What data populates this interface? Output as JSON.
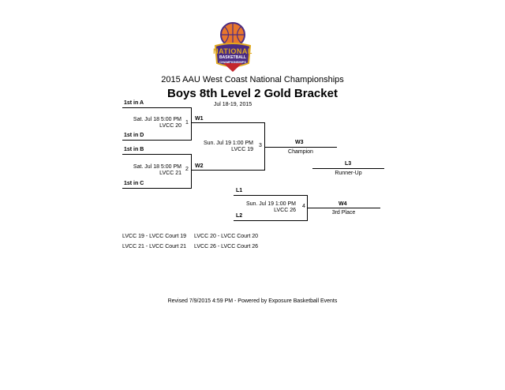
{
  "logo": {
    "lines": [
      "NATIONAL",
      "BASKETBALL",
      "CHAMPIONSHIPS"
    ],
    "colors": {
      "purple": "#4b2c83",
      "gold": "#e0a81e",
      "red": "#c3272e",
      "orange": "#e8762c"
    }
  },
  "header": {
    "event_title": "2015 AAU West Coast National Championships",
    "bracket_title": "Boys 8th Level 2 Gold Bracket",
    "dates": "Jul 18-19, 2015"
  },
  "bracket": {
    "teams": [
      "1st in A",
      "1st in D",
      "1st in B",
      "1st in C"
    ],
    "games": [
      {
        "num": "1",
        "time": "Sat. Jul 18 5:00 PM",
        "court": "LVCC 20",
        "winner_label": "W1"
      },
      {
        "num": "2",
        "time": "Sat. Jul 18 5:00 PM",
        "court": "LVCC 21",
        "winner_label": "W2"
      },
      {
        "num": "3",
        "time": "Sun. Jul 19 1:00 PM",
        "court": "LVCC 19",
        "winner_label": "W3",
        "result": "Champion"
      },
      {
        "num": "4",
        "time": "Sun. Jul 19 1:00 PM",
        "court": "LVCC 26",
        "winner_label": "W4",
        "result": "3rd Place"
      }
    ],
    "runner_up": {
      "label": "L3",
      "result": "Runner-Up"
    },
    "losers": [
      "L1",
      "L2"
    ]
  },
  "courts": [
    "LVCC 19 - LVCC Court 19",
    "LVCC 20 - LVCC Court 20",
    "LVCC 21 - LVCC Court 21",
    "LVCC 26 - LVCC Court 26"
  ],
  "footer": "Revised 7/9/2015 4:59 PM - Powered by Exposure Basketball Events"
}
